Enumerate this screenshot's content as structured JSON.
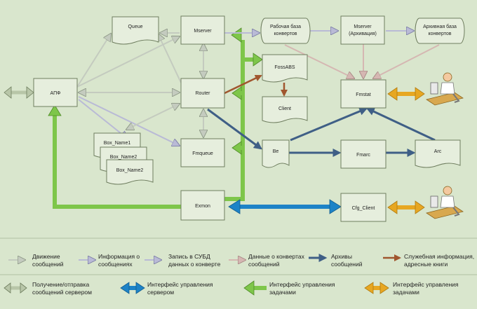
{
  "colors": {
    "background": "#d9e6cd",
    "box_fill": "#e6eedd",
    "box_stroke": "#6e7d5e",
    "gray_arrow": "#c4cbbf",
    "lavender_arrow": "#b9bad6",
    "pink_arrow": "#d5b7b2",
    "archive_arrow": "#3f5f86",
    "service_arrow": "#a0562e",
    "green_interface": "#7ec64a",
    "blue_interface": "#1d83c7",
    "orange_interface": "#e7a722"
  },
  "nodes": {
    "apf": "АПФ",
    "queue": "Queue",
    "mserver": "Mserver",
    "router": "Router",
    "fmqueue": "Fmqueue",
    "exmon": "Exmon",
    "box1": "Box_Name1",
    "box2": "Box_Name2",
    "box3": "Box_Name2",
    "db_work_line1": "Рабочая база",
    "db_work_line2": "конвертов",
    "mserver_arch_line1": "Mserver",
    "mserver_arch_line2": "(Архивация)",
    "db_arch_line1": "Архивная база",
    "db_arch_line2": "конвертов",
    "fossabs": "FossABS",
    "client": "Client",
    "fmstat": "Fmstat",
    "be": "Be",
    "fmarc": "Fmarc",
    "arc": "Arc",
    "cfg_client": "Cfg_Client"
  },
  "user_icons": [
    "user-operator-icon",
    "user-operator-icon"
  ],
  "legend": [
    {
      "line1": "Движение",
      "line2": "сообщений"
    },
    {
      "line1": "Информация о",
      "line2": "сообщениях"
    },
    {
      "line1": "Запись в СУБД",
      "line2": "данных о конверте"
    },
    {
      "line1": "Данные о конвертах",
      "line2": "сообщений"
    },
    {
      "line1": "Архивы",
      "line2": "сообщений"
    },
    {
      "line1": "Служебная информация,",
      "line2": "адресные книги"
    },
    {
      "line1": "Получение/отправка",
      "line2": "сообщений сервером"
    },
    {
      "line1": "Интерфейс управления",
      "line2": "сервером"
    },
    {
      "line1": "Интерфейс управления",
      "line2": "задачами"
    },
    {
      "line1": "Интерфейс управления",
      "line2": "задачами"
    }
  ]
}
